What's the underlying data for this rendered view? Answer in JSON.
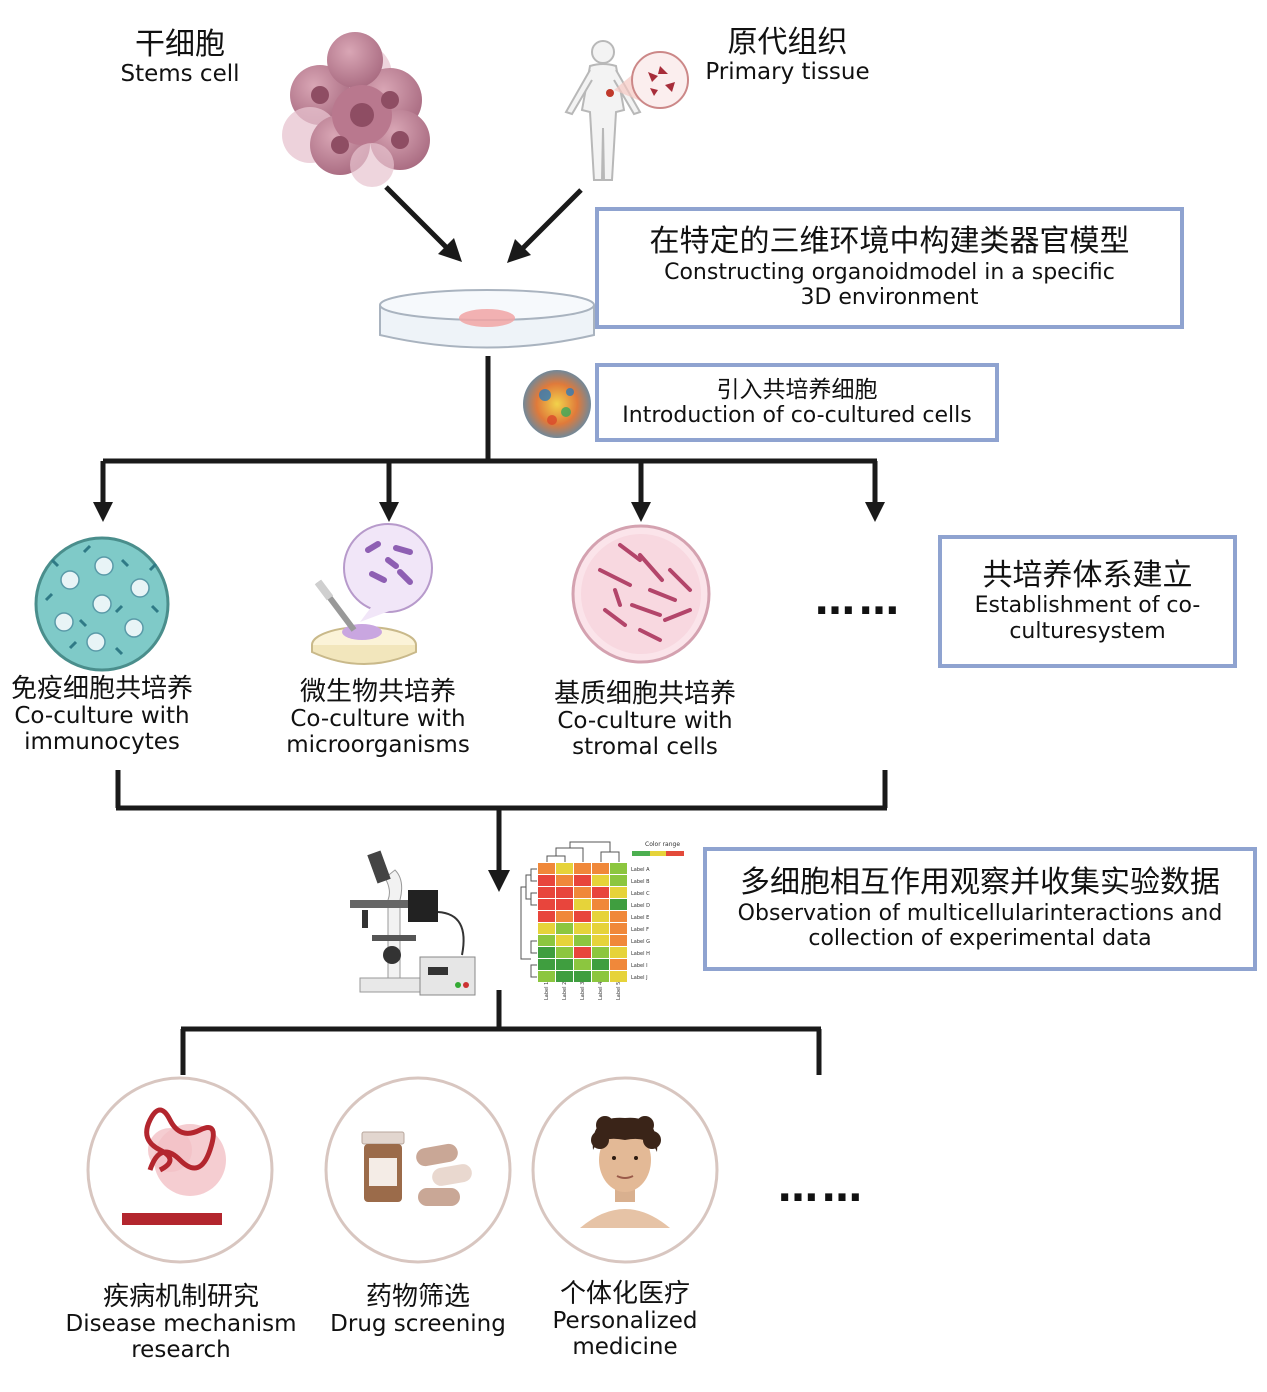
{
  "sources": {
    "stem_cell": {
      "zh": "干细胞",
      "en": "Stems cell"
    },
    "primary_tissue": {
      "zh": "原代组织",
      "en": "Primary tissue"
    }
  },
  "steps": {
    "construct": {
      "zh": "在特定的三维环境中构建类器官模型",
      "en_line1": "Constructing organoidmodel in a specific",
      "en_line2": "3D environment"
    },
    "introduce": {
      "zh": "引入共培养细胞",
      "en": "Introduction of co-cultured cells"
    },
    "establish": {
      "zh": "共培养体系建立",
      "en_line1": "Establishment of co-",
      "en_line2": "culturesystem"
    },
    "observe": {
      "zh": "多细胞相互作用观察并收集实验数据",
      "en_line1": "Observation of multicellularinteractions and",
      "en_line2": "collection of experimental data"
    }
  },
  "coculture": [
    {
      "zh": "免疫细胞共培养",
      "en_line1": "Co-culture with",
      "en_line2": "immunocytes"
    },
    {
      "zh": "微生物共培养",
      "en_line1": "Co-culture with",
      "en_line2": "microorganisms"
    },
    {
      "zh": "基质细胞共培养",
      "en_line1": "Co-culture with",
      "en_line2": "stromal cells"
    }
  ],
  "applications": [
    {
      "zh": "疾病机制研究",
      "en_line1": "Disease mechanism",
      "en_line2": "research"
    },
    {
      "zh": "药物筛选",
      "en_line1": "Drug screening",
      "en_line2": ""
    },
    {
      "zh": "个体化医疗",
      "en_line1": "Personalized",
      "en_line2": "medicine"
    }
  ],
  "ellipsis": "……",
  "heatmap": {
    "title": "Color range",
    "row_labels": [
      "Label A",
      "Label B",
      "Label C",
      "Label D",
      "Label E",
      "Label F",
      "Label G",
      "Label H",
      "Label I",
      "Label J"
    ],
    "col_labels": [
      "Label 1",
      "Label 2",
      "Label 3",
      "Label 4",
      "Label 5"
    ]
  },
  "colors": {
    "box_border": "#8fa3d0",
    "line": "#1a1a1a",
    "circle_border": "#d8c6c0"
  }
}
